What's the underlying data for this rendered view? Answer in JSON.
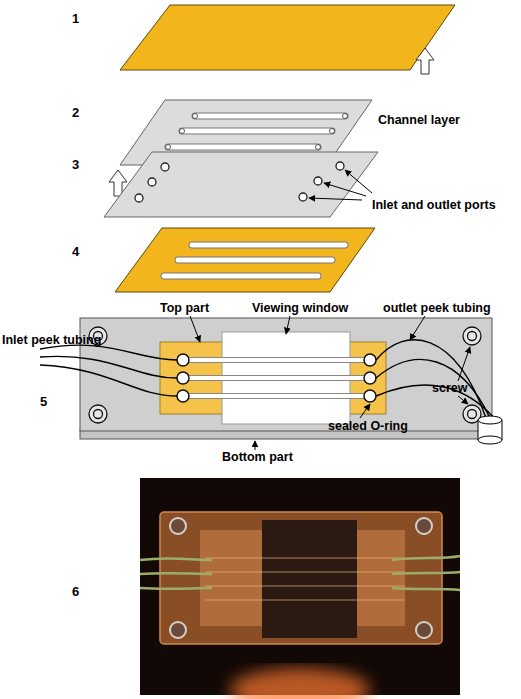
{
  "diagram": {
    "labels": [
      "1",
      "2",
      "Channel layer",
      "3",
      "Inlet and outlet ports",
      "4",
      "Top part",
      "Viewing window",
      "outlet peek tubing",
      "Inlet peek tubing",
      "5",
      "screw",
      "sealed O-ring",
      "Bottom part",
      "6"
    ]
  }
}
